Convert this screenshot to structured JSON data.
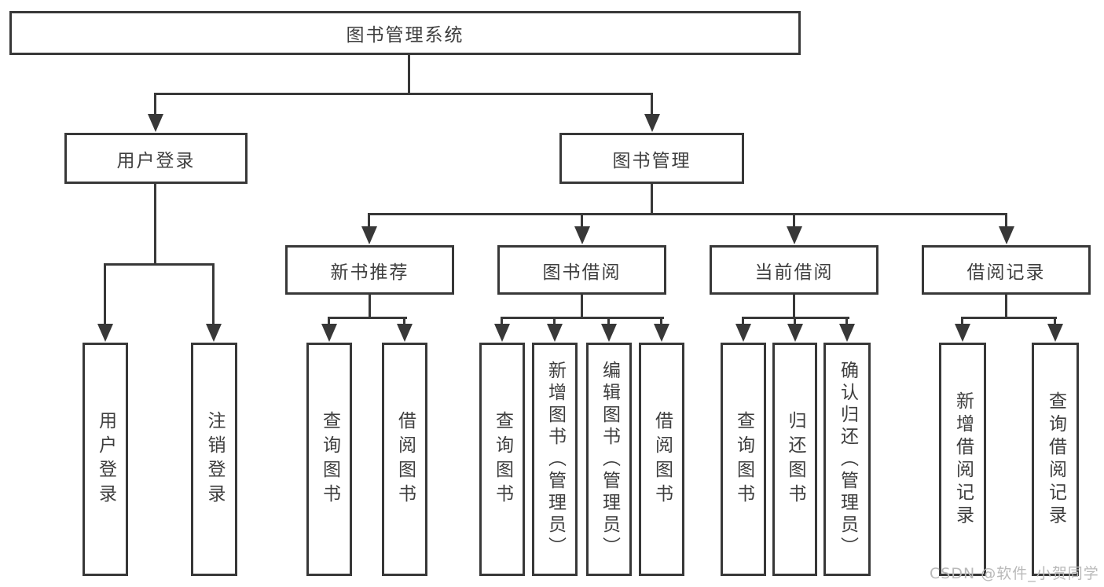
{
  "diagram": {
    "type": "hierarchy-tree",
    "title": "图书管理系统"
  },
  "colors": {
    "line": "#383838",
    "text": "#3e3e3e",
    "canvas": "#ffffff",
    "watermark": "#b9b9b9"
  },
  "nodes": {
    "root": {
      "label": "图书管理系统"
    },
    "user_login": {
      "label": "用户登录"
    },
    "book_mgmt": {
      "label": "图书管理"
    },
    "new_books": {
      "label": "新书推荐"
    },
    "book_borrow": {
      "label": "图书借阅"
    },
    "current_borrow": {
      "label": "当前借阅"
    },
    "borrow_records": {
      "label": "借阅记录"
    },
    "leaf_user_login": {
      "label": "用户登录"
    },
    "leaf_logout": {
      "label": "注销登录"
    },
    "leaf_nb_query": {
      "label": "查询图书"
    },
    "leaf_nb_borrow": {
      "label": "借阅图书"
    },
    "leaf_bb_query": {
      "label": "查询图书"
    },
    "leaf_bb_add": {
      "label": "新增图书（管理员）"
    },
    "leaf_bb_edit": {
      "label": "编辑图书（管理员）"
    },
    "leaf_bb_borrow": {
      "label": "借阅图书"
    },
    "leaf_cb_query": {
      "label": "查询图书"
    },
    "leaf_cb_return": {
      "label": "归还图书"
    },
    "leaf_cb_confirm": {
      "label": "确认归还（管理员）"
    },
    "leaf_br_add": {
      "label": "新增借阅记录"
    },
    "leaf_br_query": {
      "label": "查询借阅记录"
    }
  },
  "hierarchy": {
    "图书管理系统": [
      "用户登录",
      "图书管理"
    ],
    "用户登录": [
      "用户登录",
      "注销登录"
    ],
    "图书管理": [
      "新书推荐",
      "图书借阅",
      "当前借阅",
      "借阅记录"
    ],
    "新书推荐": [
      "查询图书",
      "借阅图书"
    ],
    "图书借阅": [
      "查询图书",
      "新增图书（管理员）",
      "编辑图书（管理员）",
      "借阅图书"
    ],
    "当前借阅": [
      "查询图书",
      "归还图书",
      "确认归还（管理员）"
    ],
    "借阅记录": [
      "新增借阅记录",
      "查询借阅记录"
    ]
  },
  "watermark": {
    "text": "CSDN @软件_小贺同学"
  }
}
